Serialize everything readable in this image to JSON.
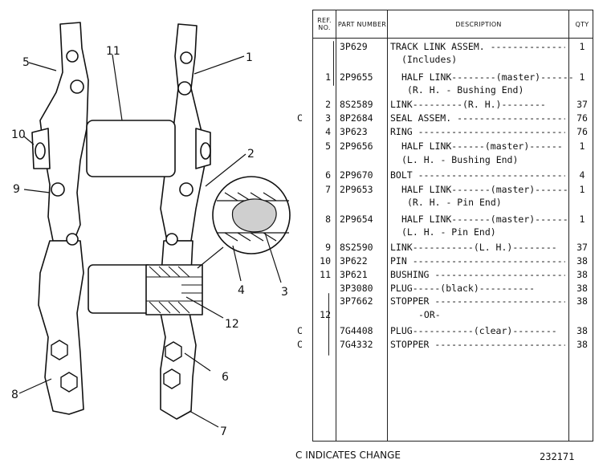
{
  "table": {
    "headers": {
      "ref": "REF. NO.",
      "part": "PART NUMBER",
      "description": "DESCRIPTION",
      "qty": "QTY"
    },
    "rows": [
      {
        "change": "",
        "ref": "",
        "part": "3P629",
        "description": "TRACK LINK ASSEM.",
        "fill": true,
        "qty": "1"
      },
      {
        "change": "",
        "ref": "",
        "part": "",
        "description": "(Includes)",
        "indent": 2,
        "qty": ""
      },
      {
        "change": "",
        "ref": "1",
        "part": "2P9655",
        "description": "HALF LINK--------(master)------",
        "indent": 2,
        "qty": "1"
      },
      {
        "change": "",
        "ref": "",
        "part": "",
        "description": "(R. H. - Bushing End)",
        "indent": 3,
        "qty": ""
      },
      {
        "change": "",
        "ref": "2",
        "part": "8S2589",
        "description": "LINK---------(R. H.)--------",
        "qty": "37"
      },
      {
        "change": "C",
        "ref": "3",
        "part": "8P2684",
        "description": "SEAL ASSEM.",
        "fill": true,
        "qty": "76"
      },
      {
        "change": "",
        "ref": "4",
        "part": "3P623",
        "description": "RING",
        "fill": true,
        "qty": "76"
      },
      {
        "change": "",
        "ref": "5",
        "part": "2P9656",
        "description": "HALF LINK------(master)------",
        "indent": 2,
        "qty": "1"
      },
      {
        "change": "",
        "ref": "",
        "part": "",
        "description": "(L. H. - Bushing End)",
        "indent": 2,
        "qty": ""
      },
      {
        "change": "",
        "ref": "6",
        "part": "2P9670",
        "description": "BOLT",
        "fill": true,
        "qty": "4"
      },
      {
        "change": "",
        "ref": "7",
        "part": "2P9653",
        "description": "HALF LINK-------(master)------",
        "indent": 2,
        "qty": "1"
      },
      {
        "change": "",
        "ref": "",
        "part": "",
        "description": "(R. H. - Pin End)",
        "indent": 3,
        "qty": ""
      },
      {
        "change": "",
        "ref": "8",
        "part": "2P9654",
        "description": "HALF LINK-------(master)------",
        "indent": 2,
        "qty": "1"
      },
      {
        "change": "",
        "ref": "",
        "part": "",
        "description": "(L. H. - Pin End)",
        "indent": 2,
        "qty": ""
      },
      {
        "change": "",
        "ref": "9",
        "part": "8S2590",
        "description": "LINK-----------(L. H.)--------",
        "qty": "37"
      },
      {
        "change": "",
        "ref": "10",
        "part": "3P622",
        "description": "PIN",
        "fill": true,
        "qty": "38"
      },
      {
        "change": "",
        "ref": "11",
        "part": "3P621",
        "description": "BUSHING",
        "fill": true,
        "qty": "38"
      },
      {
        "change": "",
        "ref": "",
        "part": "3P3080",
        "description": "PLUG-----(black)----------",
        "qty": "38"
      },
      {
        "change": "",
        "ref": "",
        "part": "3P7662",
        "description": "STOPPER",
        "fill": true,
        "qty": "38"
      },
      {
        "change": "",
        "ref": "12",
        "part": "",
        "description": "-OR-",
        "indent": 5,
        "qty": ""
      },
      {
        "change": "C",
        "ref": "",
        "part": "7G4408",
        "description": "PLUG-----------(clear)--------",
        "qty": "38"
      },
      {
        "change": "C",
        "ref": "",
        "part": "7G4332",
        "description": "STOPPER",
        "fill": true,
        "qty": "38"
      }
    ]
  },
  "callouts": [
    "1",
    "2",
    "3",
    "4",
    "5",
    "6",
    "7",
    "8",
    "9",
    "10",
    "11",
    "12"
  ],
  "footer": {
    "note": "C INDICATES CHANGE",
    "image_number": "232171"
  }
}
